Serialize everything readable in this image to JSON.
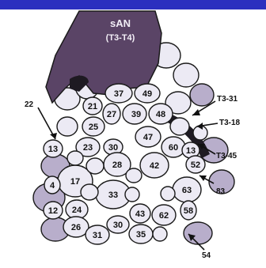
{
  "nerve": {
    "name": "sAN",
    "range": "(T3-T4)"
  },
  "labels": {
    "left_22": "22",
    "right_t331": "T3-31",
    "right_t318": "T3-18",
    "right_t345": "T3-45",
    "right_83": "83",
    "bottom_54": "54"
  },
  "cells": [
    "37",
    "49",
    "21",
    "25",
    "39",
    "48",
    "23",
    "27",
    "47",
    "30",
    "60",
    "17",
    "28",
    "42",
    "13",
    "13",
    "63",
    "12",
    "52",
    "33",
    "62",
    "43",
    "24",
    "26",
    "31",
    "30",
    "35",
    "58",
    "4"
  ],
  "colors": {
    "banner": "#2b2fbf",
    "nerve": "#5a4466",
    "cell_light": "#eceaf4",
    "cell_shaded": "#b8aecb",
    "cell_dark": "#1e1a22"
  }
}
